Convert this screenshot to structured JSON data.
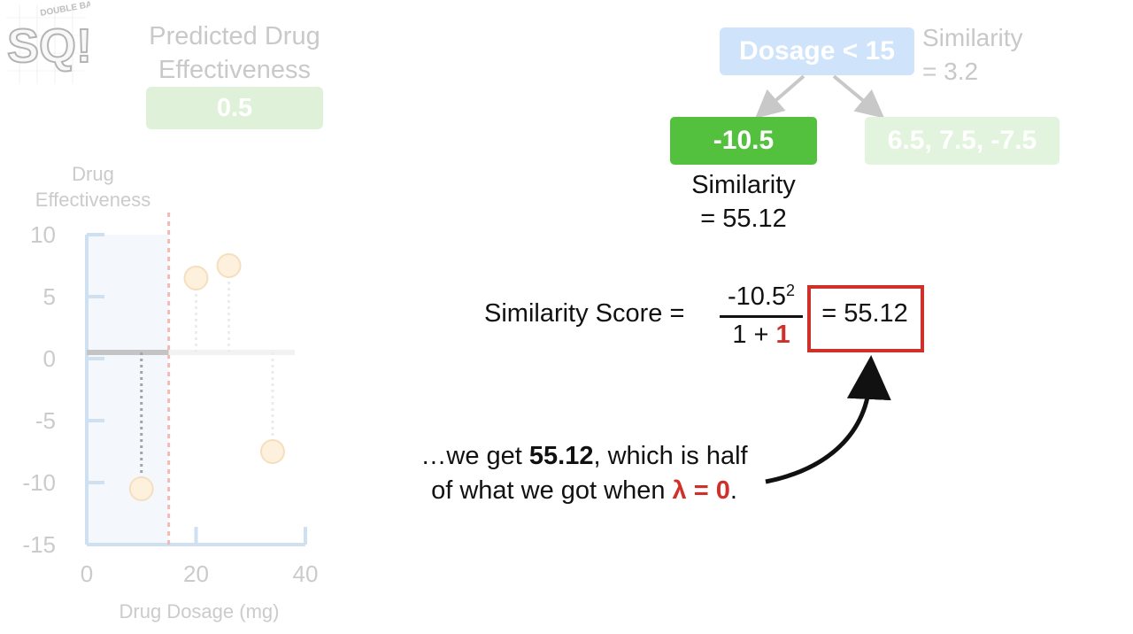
{
  "logo": {
    "text": "SQ!",
    "small_text": "DOUBLE BAM!!"
  },
  "faded_panel": {
    "title_line1": "Predicted Drug",
    "title_line2": "Effectiveness",
    "value": "0.5"
  },
  "chart_data": {
    "type": "scatter",
    "ylabel_line1": "Drug",
    "ylabel_line2": "Effectiveness",
    "xlabel": "Drug Dosage (mg)",
    "xlim": [
      0,
      40
    ],
    "ylim": [
      -15,
      10
    ],
    "x_ticks": [
      "0",
      "20",
      "40"
    ],
    "y_ticks": [
      "10",
      "5",
      "0",
      "-5",
      "-10",
      "-15"
    ],
    "threshold_x": 15,
    "prediction": 0.5,
    "points": [
      {
        "x": 10,
        "y": -10.5
      },
      {
        "x": 20,
        "y": 6.5
      },
      {
        "x": 26,
        "y": 7.5
      },
      {
        "x": 34,
        "y": -7.5
      }
    ]
  },
  "tree": {
    "root_label": "Dosage < 15",
    "root_similarity_line1": "Similarity",
    "root_similarity_line2": "= 3.2",
    "left_leaf": "-10.5",
    "right_leaf": "6.5, 7.5, -7.5",
    "left_similarity_line1": "Similarity",
    "left_similarity_line2": "= 55.12"
  },
  "formula": {
    "label": "Similarity Score =",
    "numerator": "-10.5",
    "exponent": "2",
    "denominator_prefix": "1 + ",
    "lambda_value": "1",
    "result": "= 55.12"
  },
  "explanation": {
    "part1": "…we get ",
    "bold_value": "55.12",
    "part2": ", which is half",
    "part3": "of what we got when ",
    "lambda_expr": "λ = 0",
    "part4": "."
  },
  "colors": {
    "leaf_green": "#53c13e",
    "highlight_red": "#d0302a",
    "root_blue_faded": "#cfe3fb"
  }
}
